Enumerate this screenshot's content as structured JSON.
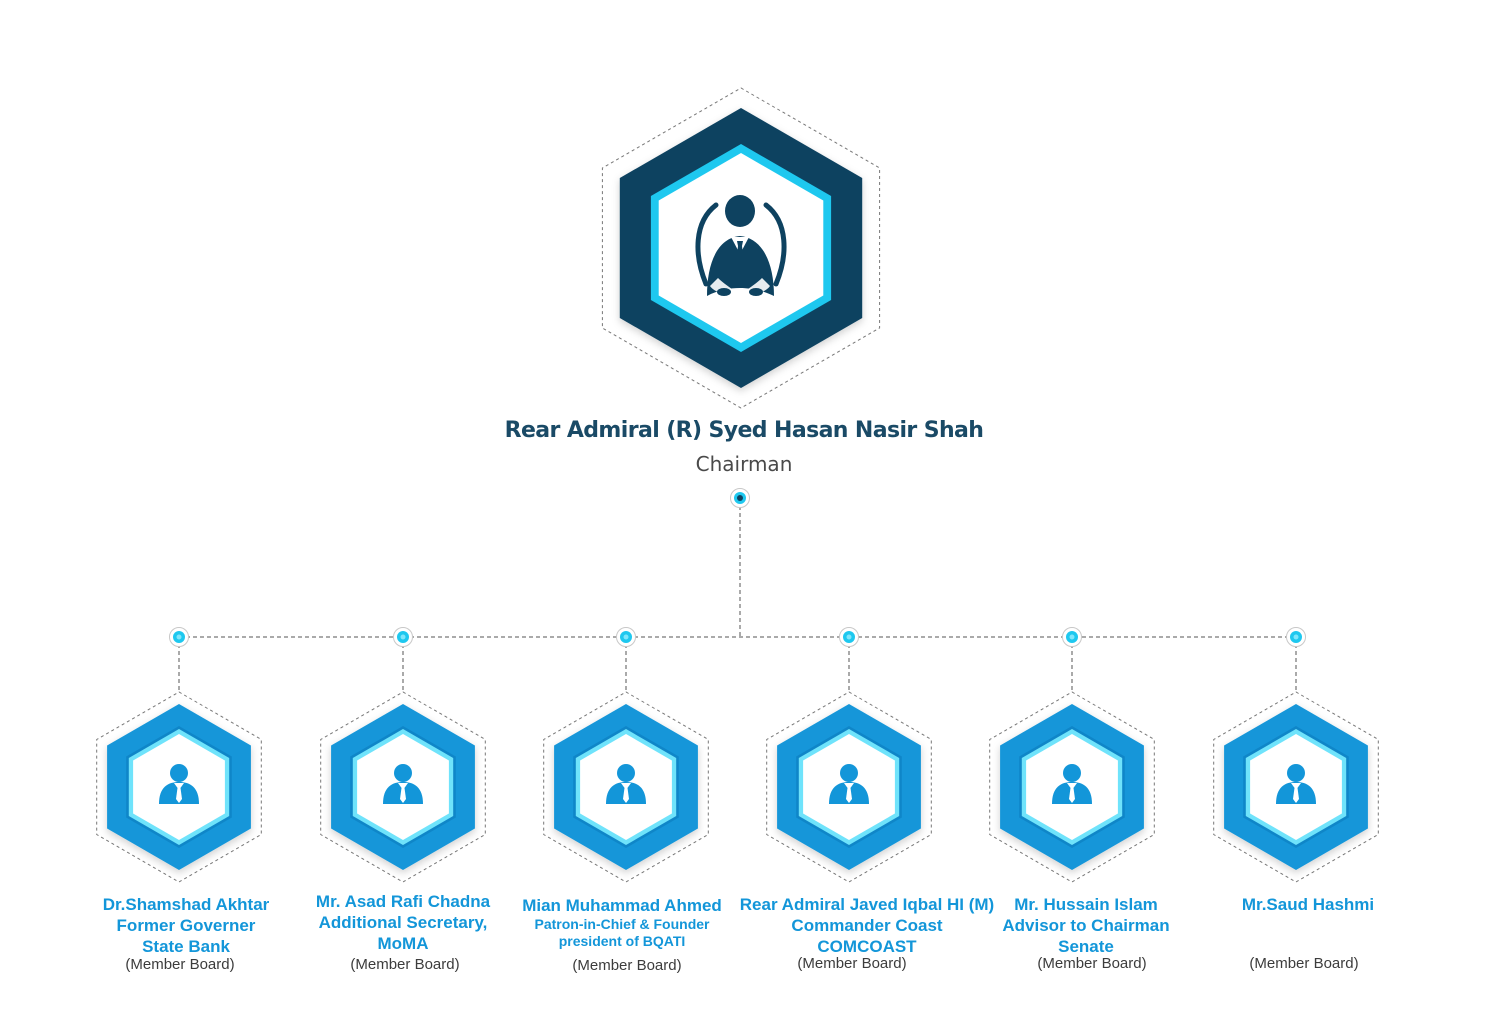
{
  "chairman": {
    "name": "Rear Admiral (R) Syed Hasan Nasir Shah",
    "title": "Chairman"
  },
  "members": [
    {
      "lines": [
        "Dr.Shamshad Akhtar",
        "Former Governer",
        "State Bank"
      ],
      "role": "(Member Board)"
    },
    {
      "lines": [
        "Mr. Asad Rafi Chadna",
        "Additional Secretary,",
        "MoMA"
      ],
      "role": "(Member Board)"
    },
    {
      "lines": [
        "Mian Muhammad Ahmed",
        "Patron-in-Chief & Founder",
        "president of BQATI"
      ],
      "role": "(Member Board)"
    },
    {
      "lines": [
        "Rear Admiral Javed Iqbal HI (M)",
        "Commander Coast",
        "COMCOAST"
      ],
      "role": "(Member Board)"
    },
    {
      "lines": [
        "Mr. Hussain Islam",
        "Advisor to Chairman",
        "Senate"
      ],
      "role": "(Member Board)"
    },
    {
      "lines": [
        "Mr.Saud Hashmi"
      ],
      "role": "(Member Board)"
    }
  ],
  "colors": {
    "navy": "#0e4260",
    "cyan": "#1ec8ef",
    "blue": "#1396d9",
    "blue_dark": "#0f86c8",
    "connector": "#555555",
    "title_text": "#1a4a66",
    "label_text": "#1396d9",
    "role_text": "#3c3c3c"
  },
  "icons": {
    "chairman": "businessman-in-chair-icon",
    "member": "person-with-tie-icon",
    "node": "connector-dot-icon"
  }
}
